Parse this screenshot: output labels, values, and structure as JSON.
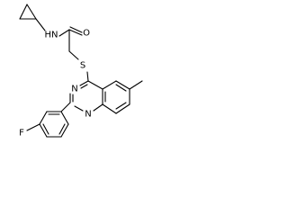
{
  "atoms": {
    "nh": "HN",
    "o": "O",
    "s": "S",
    "n_upper": "N",
    "n_lower": "N",
    "f": "F"
  },
  "substituents": {
    "methyl": "methyl"
  }
}
